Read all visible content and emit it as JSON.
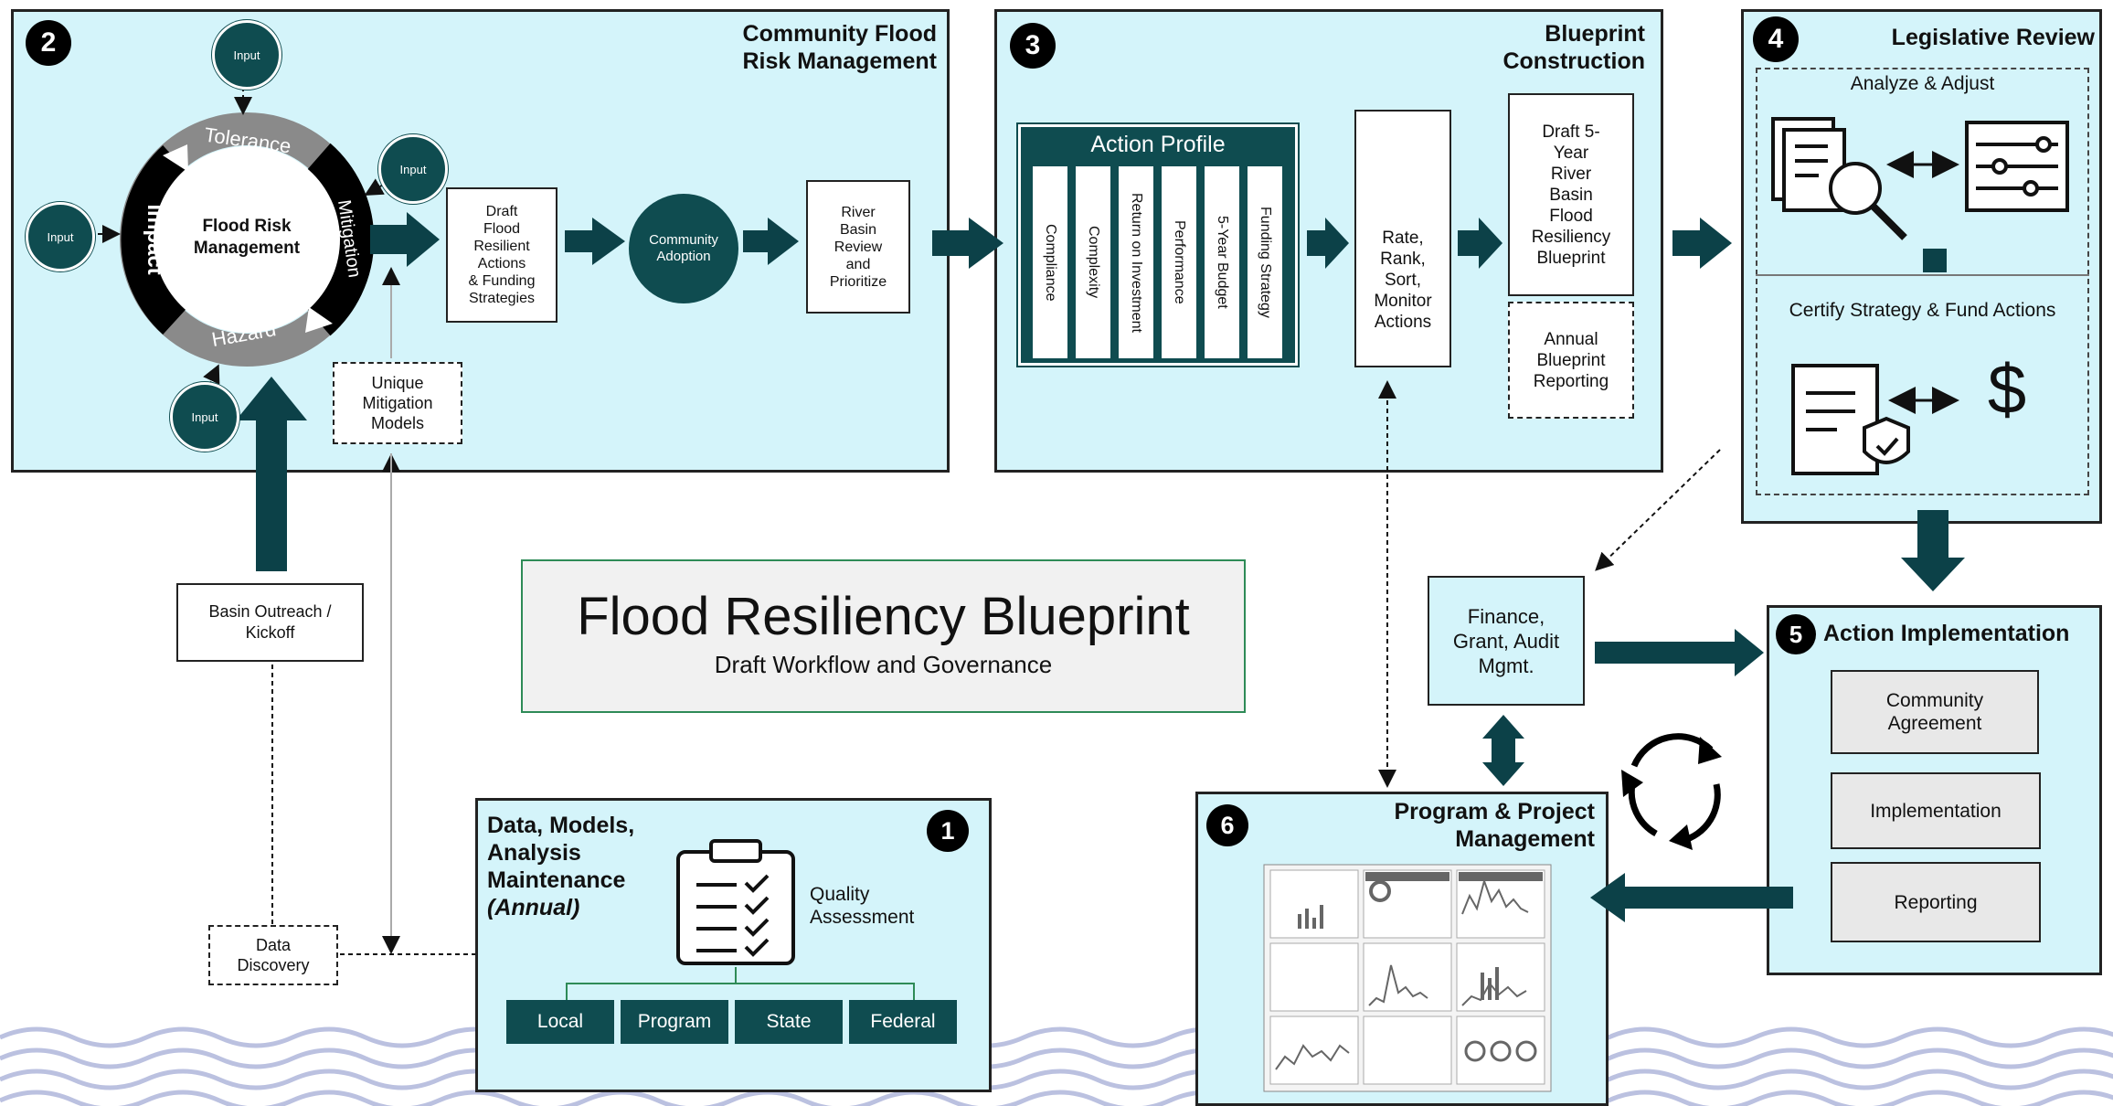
{
  "panels": {
    "p2": {
      "badge": "2",
      "title_l1": "Community Flood",
      "title_l2": "Risk Management"
    },
    "p3": {
      "badge": "3",
      "title_l1": "Blueprint",
      "title_l2": "Construction"
    },
    "p4": {
      "badge": "4",
      "title": "Legislative Review"
    },
    "p5": {
      "badge": "5",
      "title": "Action Implementation"
    },
    "p6": {
      "badge": "6",
      "title_l1": "Program & Project",
      "title_l2": "Management"
    },
    "p1": {
      "badge": "1",
      "title_l1": "Data, Models,",
      "title_l2": "Analysis",
      "title_l3": "Maintenance",
      "title_l4": "(Annual)"
    }
  },
  "cycle": {
    "center_l1": "Flood Risk",
    "center_l2": "Management",
    "segments": [
      "Tolerance",
      "Mitigation",
      "Hazard",
      "Impact"
    ],
    "inputs": [
      "Input",
      "Input",
      "Input",
      "Input"
    ]
  },
  "flow2": {
    "draft_actions": [
      "Draft",
      "Flood",
      "Resilient",
      "Actions",
      "& Funding",
      "Strategies"
    ],
    "community_l1": "Community",
    "community_l2": "Adoption",
    "river_basin": [
      "River",
      "Basin",
      "Review",
      "and",
      "Prioritize"
    ],
    "unique_models": [
      "Unique",
      "Mitigation",
      "Models"
    ]
  },
  "action_profile": {
    "title": "Action Profile",
    "columns": [
      "Compliance",
      "Complexity",
      "Return on Investment",
      "Performance",
      "5-Year Budget",
      "Funding Strategy"
    ]
  },
  "flow3": {
    "rate": [
      "Rate,",
      "Rank,",
      "Sort,",
      "Monitor",
      "Actions"
    ],
    "draft_blueprint": [
      "Draft 5-",
      "Year",
      "River",
      "Basin",
      "Flood",
      "Resiliency",
      "Blueprint"
    ],
    "annual": [
      "Annual",
      "Blueprint",
      "Reporting"
    ]
  },
  "legislative": {
    "analyze": "Analyze & Adjust",
    "certify": "Certify Strategy & Fund Actions",
    "dollar": "$"
  },
  "center_title": {
    "title": "Flood Resiliency Blueprint",
    "subtitle": "Draft Workflow and Governance"
  },
  "basin_outreach": [
    "Basin Outreach /",
    "Kickoff"
  ],
  "data_discovery": [
    "Data",
    "Discovery"
  ],
  "finance": [
    "Finance,",
    "Grant, Audit",
    "Mgmt."
  ],
  "implementation": {
    "items": [
      "Community Agreement",
      "Implementation",
      "Reporting"
    ]
  },
  "data_models": {
    "quality_l1": "Quality",
    "quality_l2": "Assessment",
    "levels": [
      "Local",
      "Program",
      "State",
      "Federal"
    ]
  },
  "colors": {
    "panel": "#d4f4fa",
    "dark_teal": "#0f4c50",
    "arrow": "#0c4148",
    "cycle_dark": "#000000",
    "cycle_gray": "#888888"
  }
}
